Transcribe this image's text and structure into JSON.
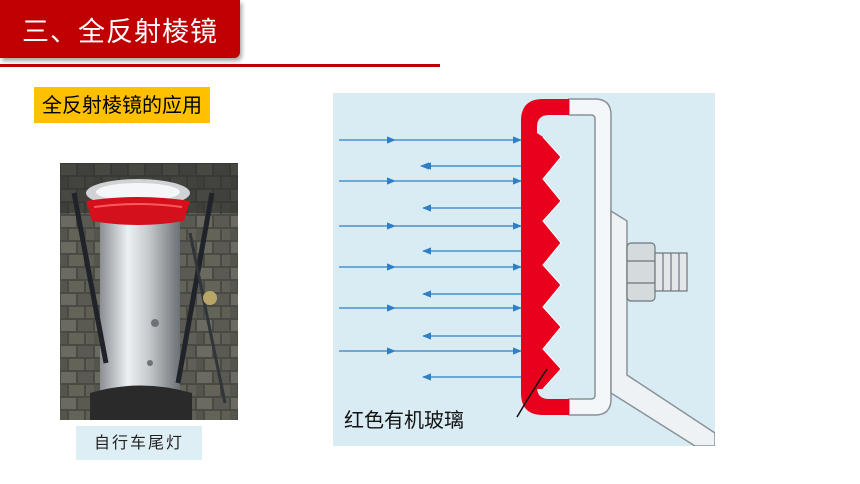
{
  "header": {
    "title": "三、全反射棱镜"
  },
  "section": {
    "subtitle": "全反射棱镜的应用"
  },
  "photo": {
    "caption": "自行车尾灯"
  },
  "diagram": {
    "label": "红色有机玻璃"
  },
  "colors": {
    "accent": "#c00000",
    "highlight": "#ffc000",
    "prism": "#e8001c",
    "ray": "#2e7fc7"
  }
}
